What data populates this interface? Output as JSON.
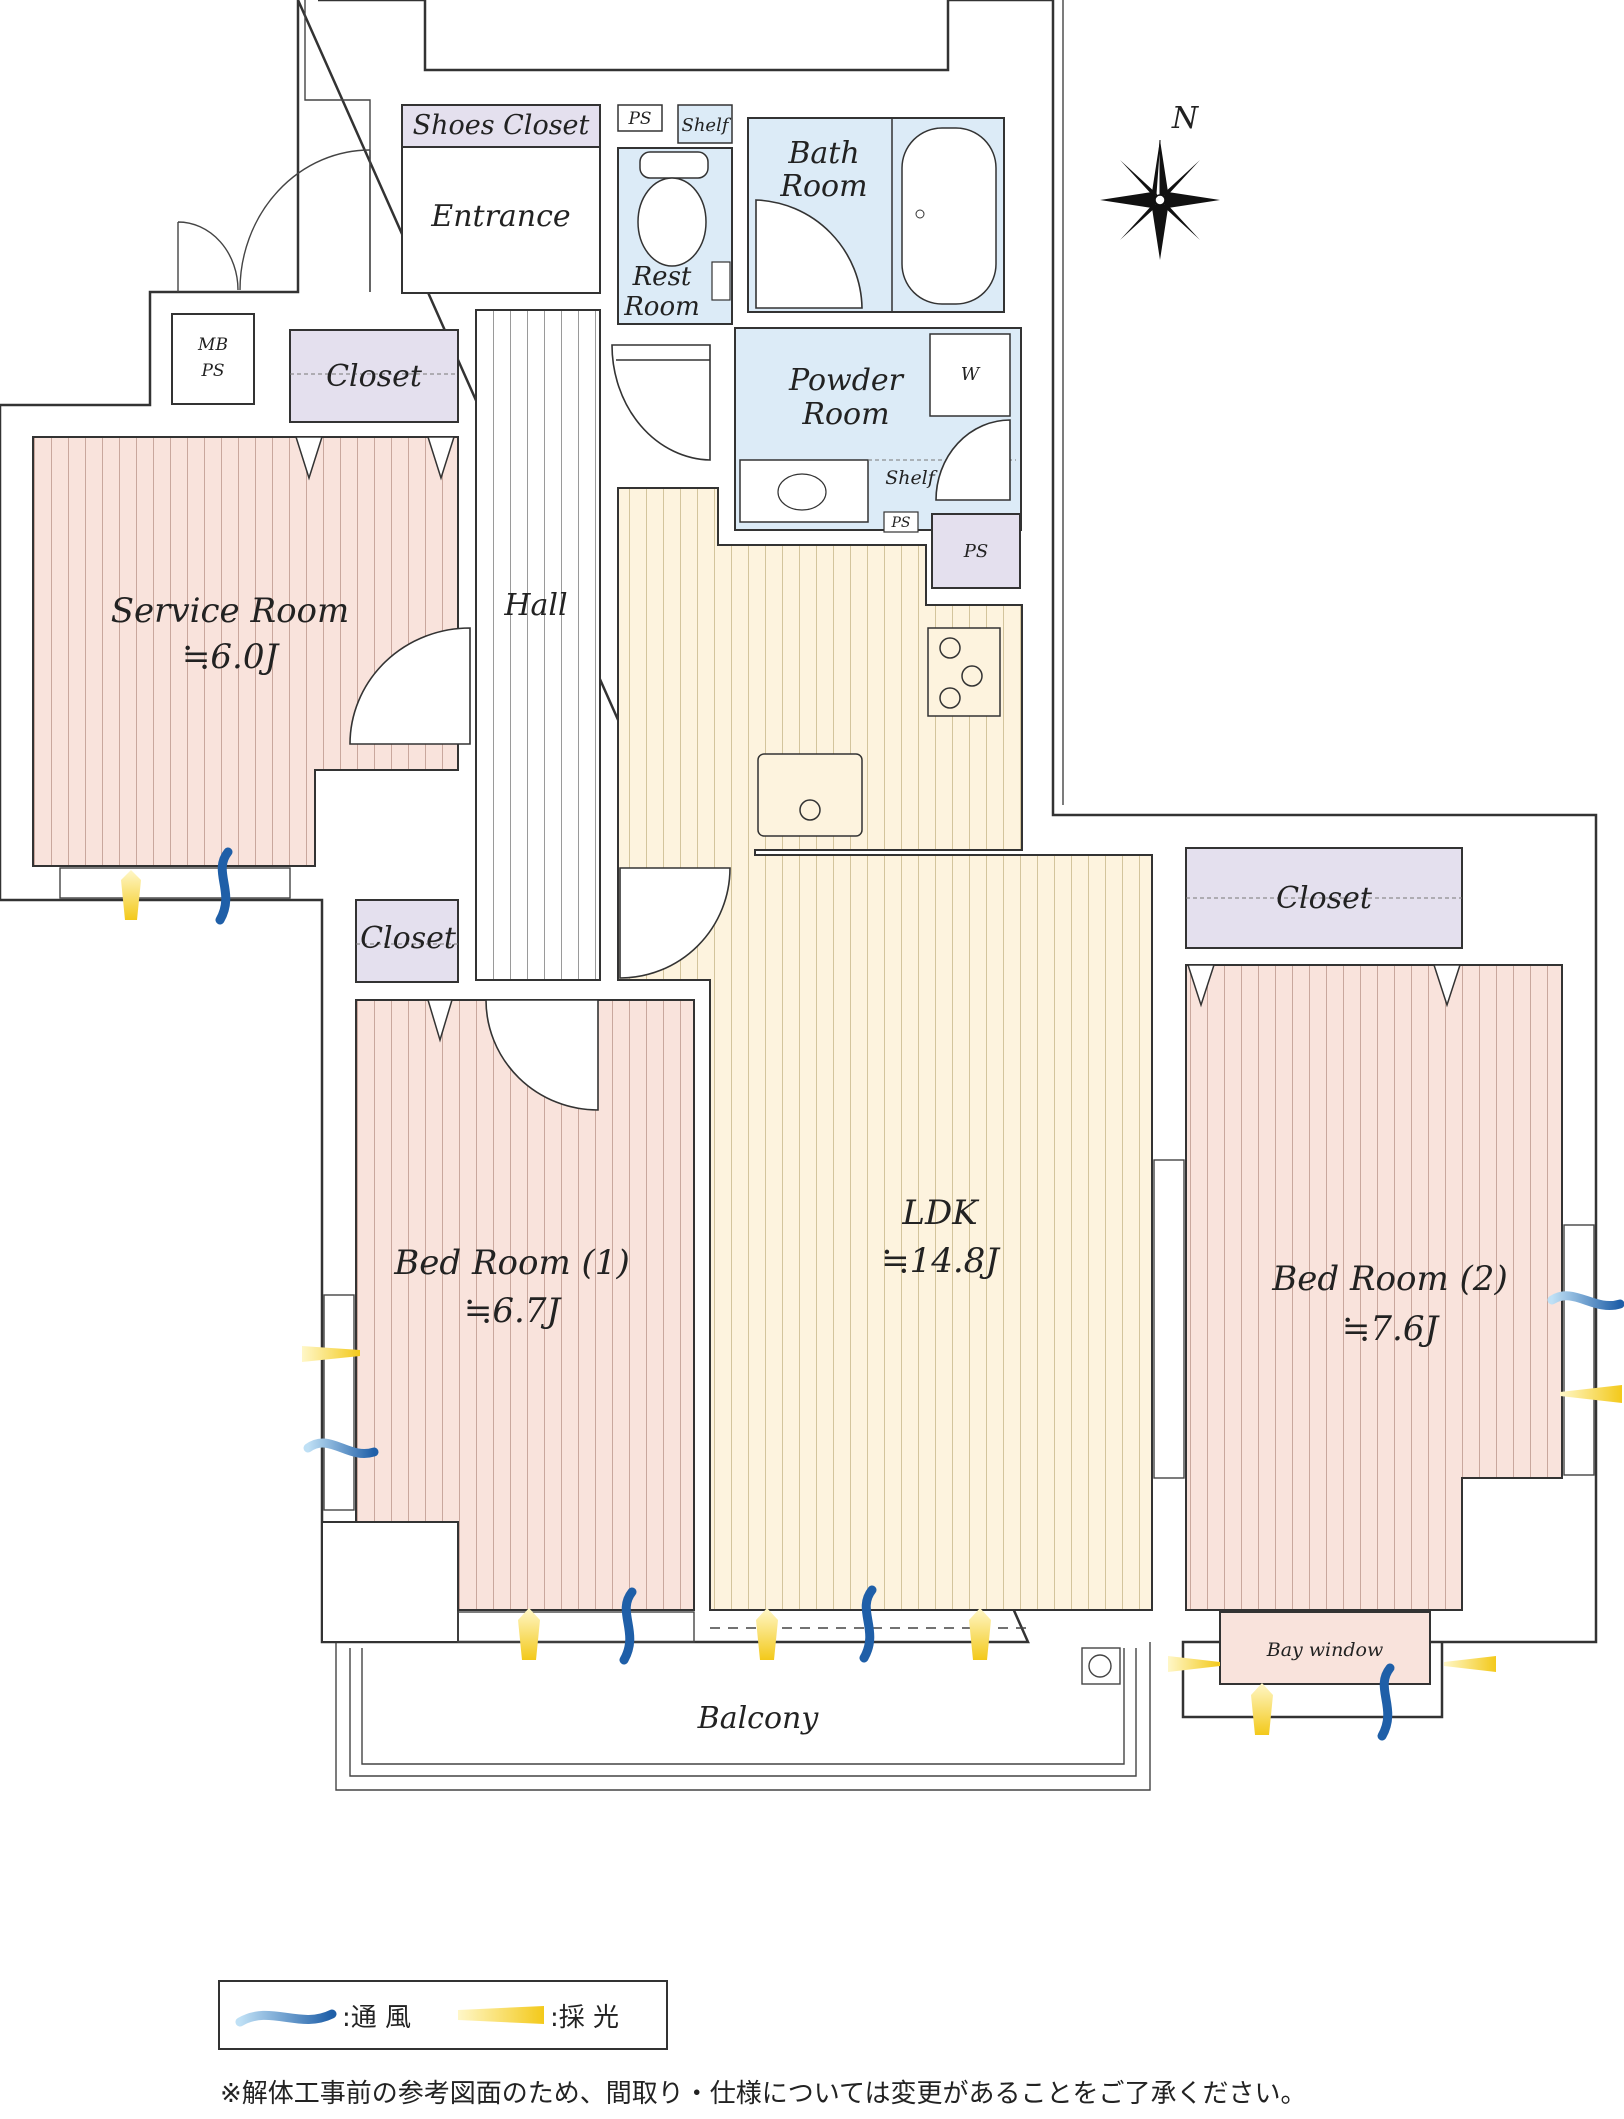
{
  "compass": {
    "label": "N"
  },
  "rooms": {
    "shoes_closet": "Shoes Closet",
    "entrance": "Entrance",
    "ps_top": "PS",
    "shelf_top": "Shelf",
    "bath": "Bath",
    "bath2": "Room",
    "rest": "Rest",
    "rest2": "Room",
    "mb": "MB",
    "mb_ps": "PS",
    "closet_service": "Closet",
    "powder": "Powder",
    "powder2": "Room",
    "washer": "W",
    "shelf_powder": "Shelf",
    "ps_small": "PS",
    "ps_box": "PS",
    "service": "Service Room",
    "service_size": "≒6.0J",
    "hall": "Hall",
    "closet_bed1": "Closet",
    "closet_bed2": "Closet",
    "bed1": "Bed Room (1)",
    "bed1_size": "≒6.7J",
    "ldk": "LDK",
    "ldk_size": "≒14.8J",
    "bed2": "Bed Room (2)",
    "bed2_size": "≒7.6J",
    "bay_window": "Bay window",
    "balcony": "Balcony"
  },
  "legend": {
    "wind_label": ":通 風",
    "light_label": ":採 光"
  },
  "footnote": "※解体工事前の参考図面のため、間取り・仕様については変更があることをご了承ください。",
  "colors": {
    "bedroom_floor": "#f9e3dc",
    "ldk_floor": "#fdf3de",
    "wet_area": "#dcebf7",
    "closet": "#e4e0ee",
    "wind": "#1f5fa8",
    "light": "#f3c91a"
  }
}
